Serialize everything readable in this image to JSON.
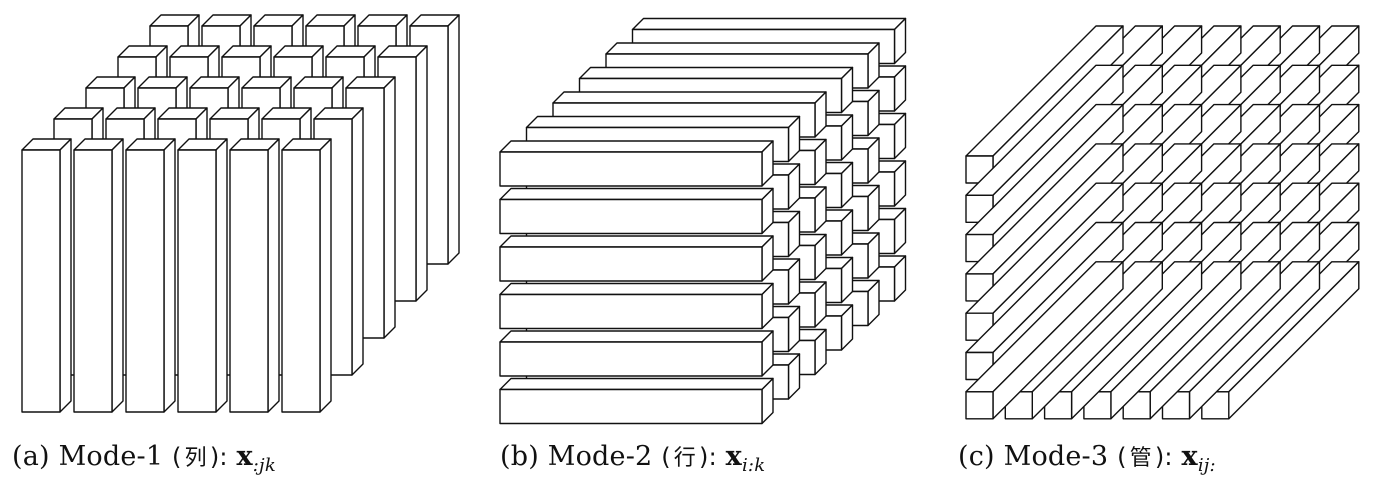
{
  "colors": {
    "stroke": "#111111",
    "fill": "#ffffff",
    "text": "#111111"
  },
  "panels": [
    {
      "id": "a",
      "prefix": "(a)",
      "mode": "Mode-1",
      "han": "列",
      "vec": "x",
      "sub": ":jk",
      "fiber": "columns"
    },
    {
      "id": "b",
      "prefix": "(b)",
      "mode": "Mode-2",
      "han": "行",
      "vec": "x",
      "sub": "i:k",
      "fiber": "rows"
    },
    {
      "id": "c",
      "prefix": "(c)",
      "mode": "Mode-3",
      "han": "管",
      "vec": "x",
      "sub": "ij:",
      "fiber": "tubes"
    }
  ]
}
